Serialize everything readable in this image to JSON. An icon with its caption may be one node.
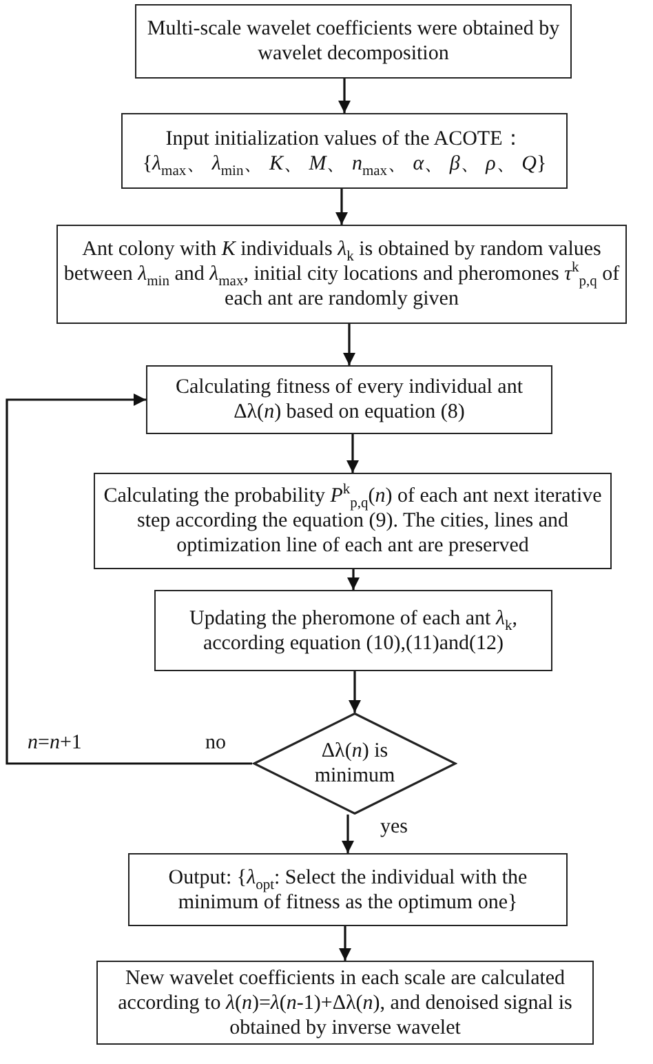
{
  "diagram": {
    "nodes": [
      {
        "text": [
          "Multi-scale wavelet coefficients were obtained by wavelet decomposition"
        ]
      },
      {
        "text": [
          "Input initialization values of the ACOTE：",
          "{*λ*$_{max}$、 *λ*$_{min}$、 *K*、 *M*、 *n*$_{max}$、 *α*、 *β*、 *ρ*、 *Q*}"
        ]
      },
      {
        "text": [
          "Ant colony with *K* individuals *λ*$_{k}$ is obtained by random values between *λ*$_{min}$ and *λ*$_{max}$, initial city locations and pheromones *τ*$^{k}$$_{p,q}$ of each ant are randomly given"
        ]
      },
      {
        "text": [
          "Calculating fitness of every individual ant Δλ(*n*) based on equation (8)"
        ]
      },
      {
        "text": [
          "Calculating the probability *P*$^{k}$$_{p,q}$(*n*) of each ant next iterative step according the equation (9). The cities, lines and optimization line of each ant are preserved"
        ]
      },
      {
        "text": [
          "Updating the pheromone of each ant *λ*$_{k}$, according equation (10),(11)and(12)"
        ]
      },
      {
        "text": [
          "Δλ(*n*) is minimum"
        ]
      },
      {
        "text": [
          "Output: {*λ*$_{opt}$: Select the individual with the minimum of fitness as the optimum one}"
        ]
      },
      {
        "text": [
          "New wavelet coefficients in each scale are calculated according to *λ*(*n*)=*λ*(*n*-1)+Δλ(*n*), and denoised signal is obtained by inverse wavelet"
        ]
      }
    ],
    "edges": [
      {
        "from": 0,
        "to": 1,
        "arrow": "to"
      },
      {
        "from": 1,
        "to": 2,
        "arrow": "to"
      },
      {
        "from": 2,
        "to": 3,
        "arrow": "to"
      },
      {
        "from": 3,
        "to": 4,
        "arrow": "to"
      },
      {
        "from": 4,
        "to": 5,
        "arrow": "to"
      },
      {
        "from": 5,
        "to": 6,
        "arrow": "to"
      },
      {
        "from": 6,
        "to": 3,
        "arrow": "to",
        "label": "no"
      },
      {
        "from": 6,
        "to": 7,
        "arrow": "to",
        "label": "yes"
      },
      {
        "from": 7,
        "to": 8,
        "arrow": "to"
      }
    ],
    "labels": [
      "*n*=*n*+1"
    ]
  }
}
